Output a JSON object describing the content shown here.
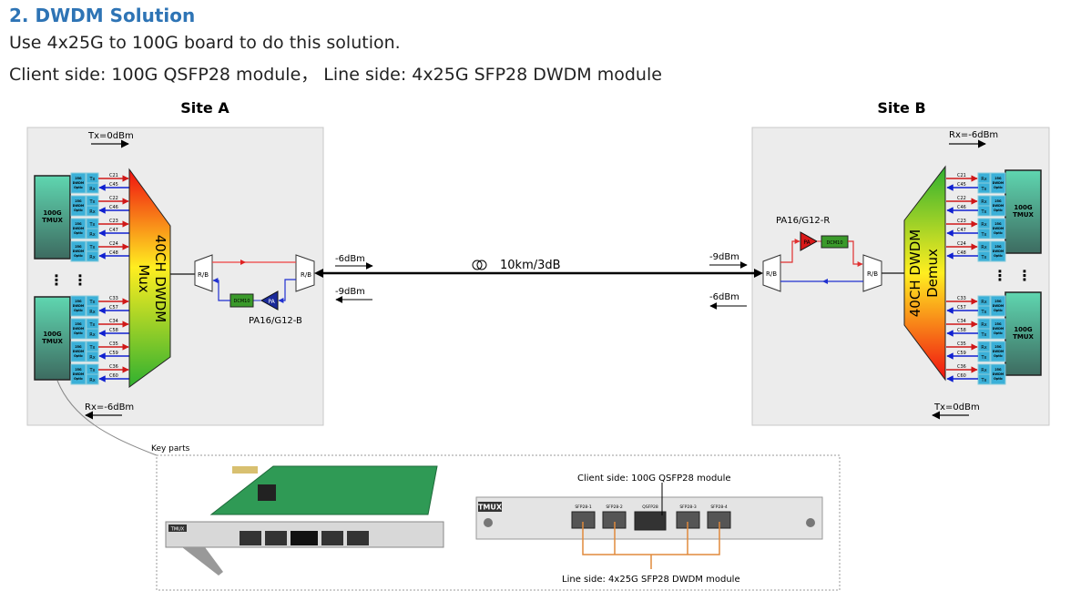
{
  "heading": "2. DWDM Solution",
  "intro": "Use 4x25G to 100G board to do this solution.",
  "sides": "Client side: 100G QSFP28 module，  Line side: 4x25G SFP28 DWDM module",
  "site_a": {
    "title": "Site A",
    "tx": "Tx=0dBm",
    "rx": "Rx=-6dBm",
    "tmux_label": [
      "100G",
      "TMUX"
    ],
    "optic_label": [
      "25G",
      "DWDM",
      "Optic"
    ],
    "port_tx": "Tx",
    "port_rx": "Rx",
    "mux_line1": "40CH DWDM",
    "mux_line2": "Mux",
    "rb": "R/B",
    "pa": "PA",
    "dcm": "DCM10",
    "amp_label": "PA16/G12-B",
    "channels": [
      [
        "C21",
        "C45"
      ],
      [
        "C22",
        "C46"
      ],
      [
        "C23",
        "C47"
      ],
      [
        "C24",
        "C48"
      ],
      [
        "C33",
        "C57"
      ],
      [
        "C34",
        "C58"
      ],
      [
        "C35",
        "C59"
      ],
      [
        "C36",
        "C60"
      ]
    ]
  },
  "link": {
    "fiber": "10km/3dB",
    "a_out": "-6dBm",
    "a_in": "-9dBm",
    "b_in": "-9dBm",
    "b_out": "-6dBm"
  },
  "site_b": {
    "title": "Site B",
    "rx": "Rx=-6dBm",
    "tx": "Tx=0dBm",
    "tmux_label": [
      "100G",
      "TMUX"
    ],
    "optic_label": [
      "25G",
      "DWDM",
      "Optic"
    ],
    "port_tx": "Tx",
    "port_rx": "Rx",
    "demux_line1": "40CH DWDM",
    "demux_line2": "Demux",
    "rb": "R/B",
    "pa": "PA",
    "dcm": "DCM10",
    "amp_label": "PA16/G12-R",
    "channels": [
      [
        "C21",
        "C45"
      ],
      [
        "C22",
        "C46"
      ],
      [
        "C23",
        "C47"
      ],
      [
        "C24",
        "C48"
      ],
      [
        "C33",
        "C57"
      ],
      [
        "C34",
        "C58"
      ],
      [
        "C35",
        "C59"
      ],
      [
        "C36",
        "C60"
      ]
    ]
  },
  "key_parts": {
    "title": "Key parts",
    "board_name": "TMUX",
    "ports": [
      "SFP28-1",
      "SFP28-2",
      "QSFP28",
      "SFP28-3",
      "SFP28-4"
    ],
    "client_label": "Client side: 100G QSFP28 module",
    "line_label": "Line side: 4x25G SFP28 DWDM module"
  },
  "colors": {
    "heading": "#2e74b5",
    "tx_red": "#d01818",
    "rx_blue": "#1020d0",
    "site_bg": "#ececec",
    "optic": "#3bb0d8",
    "tmux": "#4fb89a",
    "dcm": "#3a9a2a",
    "link_orange": "#e08a3c"
  }
}
